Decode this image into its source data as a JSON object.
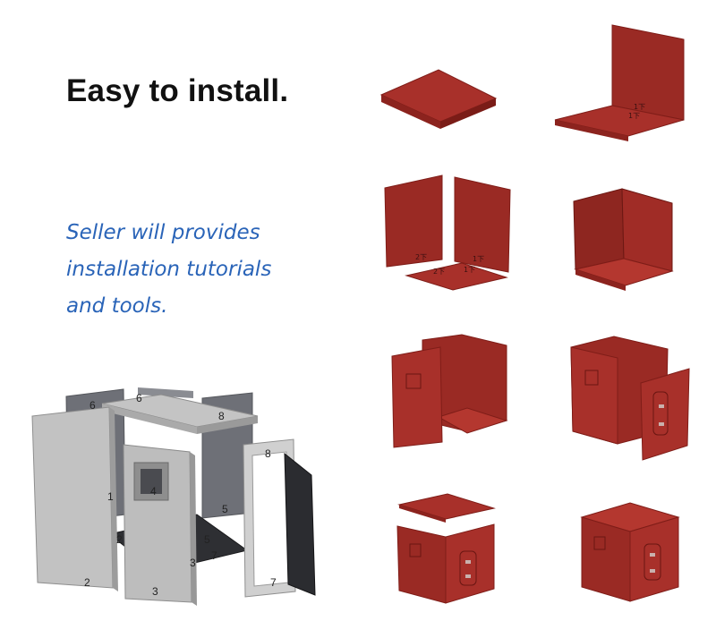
{
  "headline": "Easy to install.",
  "subtext": {
    "line1": "Seller will provides",
    "line2": "installation tutorials",
    "line3": "and tools."
  },
  "exploded_view": {
    "part_labels": [
      "6",
      "6",
      "8",
      "8",
      "1",
      "4",
      "5",
      "2",
      "5",
      "3",
      "7",
      "2",
      "3",
      "7"
    ]
  },
  "step_markings": {
    "step2": [
      "1下",
      "1下"
    ],
    "step3": [
      "2下",
      "1下",
      "2下",
      "1下"
    ]
  },
  "colors": {
    "panel_red": "#a8302a",
    "panel_red_dark": "#7f1d18",
    "panel_grey": "#b9b9b9",
    "panel_grey_dark": "#6e7077",
    "subtext_blue": "#2a64b8"
  }
}
